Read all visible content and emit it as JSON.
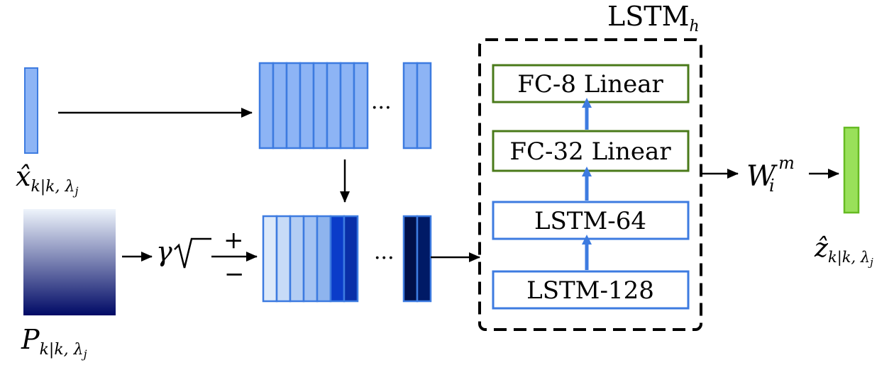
{
  "inputs": {
    "x_hat": {
      "base": "x̂",
      "sub": "k|k, λ",
      "subsub": "j"
    },
    "P": {
      "base": "P",
      "sub": "k|k, λ",
      "subsub": "j"
    }
  },
  "operators": {
    "gamma": "γ",
    "sqrt": "√",
    "plus": "+",
    "minus": "−",
    "ellipsis": "···"
  },
  "network": {
    "title": "LSTM",
    "title_sub": "h",
    "layers": [
      {
        "label": "FC-8 Linear",
        "kind": "fc"
      },
      {
        "label": "FC-32 Linear",
        "kind": "fc"
      },
      {
        "label": "LSTM-64",
        "kind": "lstm"
      },
      {
        "label": "LSTM-128",
        "kind": "lstm"
      }
    ]
  },
  "weight": {
    "base": "W",
    "sub": "i",
    "sup": "m"
  },
  "output": {
    "base": "ẑ",
    "sub": "k|k, λ",
    "subsub": "j"
  },
  "colors": {
    "vector_blue": "#8db4f5",
    "vector_blue_stroke": "#3d7be0",
    "fc_border": "#4a7a1a",
    "lstm_border": "#3d7be0",
    "arrow_blue": "#3d7be0",
    "output_green": "#99e05a",
    "output_green_stroke": "#66bb22",
    "matrix_top": "#eef4fc",
    "matrix_bottom": "#000a66",
    "sigma_shades": [
      "#dce9fa",
      "#c7dbf7",
      "#b3cdf4",
      "#a3c2f2",
      "#8eb4ee",
      "#0b3cc9",
      "#0a2fa8"
    ],
    "sigma_dark": [
      "#00104a",
      "#001a66"
    ]
  }
}
